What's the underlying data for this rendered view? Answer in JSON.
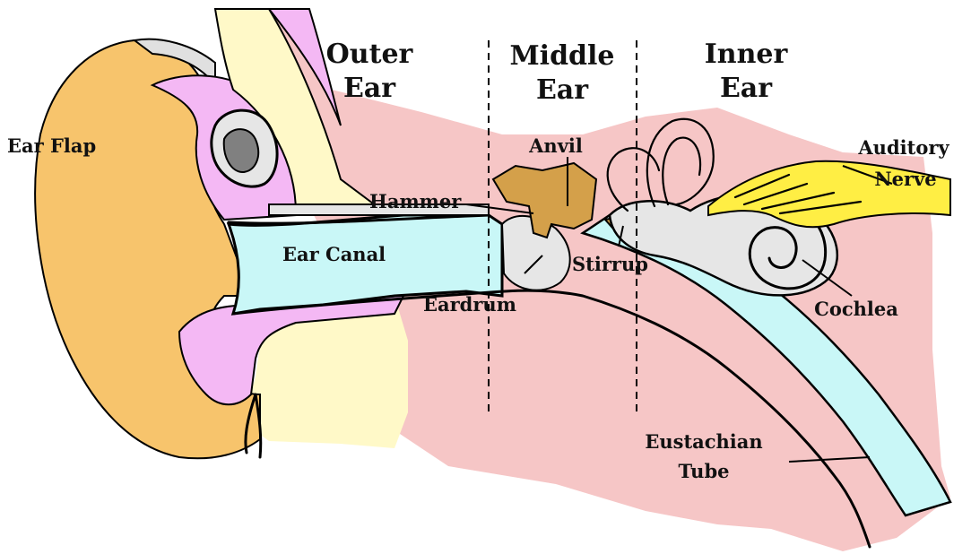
{
  "diagram": {
    "regions": {
      "outer": [
        "Outer",
        "Ear"
      ],
      "middle": [
        "Middle",
        "Ear"
      ],
      "inner": [
        "Inner",
        "Ear"
      ]
    },
    "parts": {
      "ear_flap": "Ear Flap",
      "hammer": "Hammer",
      "anvil": "Anvil",
      "auditory": "Auditory",
      "nerve": "Nerve",
      "ear_canal": "Ear Canal",
      "stirrup": "Stirrup",
      "eardrum": "Eardrum",
      "cochlea": "Cochlea",
      "eustachian": [
        "Eustachian",
        "Tube"
      ]
    },
    "colors": {
      "pinna": "#f7c46c",
      "skin": "#f6c6c6",
      "cartilage_pink": "#f4b8f4",
      "cream": "#fff9c8",
      "canal": "#c9f7f7",
      "ossicles": "#d4a04a",
      "inner_grey": "#e6e6e6",
      "nerve": "#ffee44",
      "dark_grey": "#808080"
    }
  }
}
